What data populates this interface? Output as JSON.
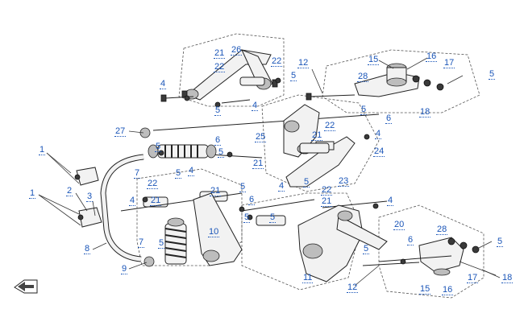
{
  "diagram": {
    "callouts": [
      {
        "id": "c26",
        "text": "26"
      },
      {
        "id": "c21a",
        "text": "21"
      },
      {
        "id": "c22a",
        "text": "22"
      },
      {
        "id": "c22b",
        "text": "22"
      },
      {
        "id": "c12a",
        "text": "12"
      },
      {
        "id": "c16a",
        "text": "16"
      },
      {
        "id": "c15a",
        "text": "15"
      },
      {
        "id": "c17a",
        "text": "17"
      },
      {
        "id": "c4a",
        "text": "4"
      },
      {
        "id": "c5a",
        "text": "5"
      },
      {
        "id": "c4b",
        "text": "4"
      },
      {
        "id": "c5b",
        "text": "5"
      },
      {
        "id": "c28a",
        "text": "28"
      },
      {
        "id": "c5c",
        "text": "5"
      },
      {
        "id": "c5d",
        "text": "5"
      },
      {
        "id": "c18a",
        "text": "18"
      },
      {
        "id": "c6a",
        "text": "6"
      },
      {
        "id": "c22c",
        "text": "22"
      },
      {
        "id": "c21b",
        "text": "21"
      },
      {
        "id": "c4c",
        "text": "4"
      },
      {
        "id": "c27",
        "text": "27"
      },
      {
        "id": "c25",
        "text": "25"
      },
      {
        "id": "c6b",
        "text": "6"
      },
      {
        "id": "c5e",
        "text": "5"
      },
      {
        "id": "c1a",
        "text": "1"
      },
      {
        "id": "c5f",
        "text": "5"
      },
      {
        "id": "c24",
        "text": "24"
      },
      {
        "id": "c21c",
        "text": "21"
      },
      {
        "id": "c7a",
        "text": "7"
      },
      {
        "id": "c5g",
        "text": "5"
      },
      {
        "id": "c4d",
        "text": "4"
      },
      {
        "id": "c5h",
        "text": "5"
      },
      {
        "id": "c23",
        "text": "23"
      },
      {
        "id": "c22d",
        "text": "22"
      },
      {
        "id": "c4e",
        "text": "4"
      },
      {
        "id": "c5i",
        "text": "5"
      },
      {
        "id": "c22e",
        "text": "22"
      },
      {
        "id": "c1b",
        "text": "1"
      },
      {
        "id": "c2",
        "text": "2"
      },
      {
        "id": "c3",
        "text": "3"
      },
      {
        "id": "c4f",
        "text": "4"
      },
      {
        "id": "c21d",
        "text": "21"
      },
      {
        "id": "c21e",
        "text": "21"
      },
      {
        "id": "c6c",
        "text": "6"
      },
      {
        "id": "c21f",
        "text": "21"
      },
      {
        "id": "c4g",
        "text": "4"
      },
      {
        "id": "c5j",
        "text": "5"
      },
      {
        "id": "c5k",
        "text": "5"
      },
      {
        "id": "c20",
        "text": "20"
      },
      {
        "id": "c10",
        "text": "10"
      },
      {
        "id": "c7b",
        "text": "7"
      },
      {
        "id": "c5l",
        "text": "5"
      },
      {
        "id": "c8",
        "text": "8"
      },
      {
        "id": "c6d",
        "text": "6"
      },
      {
        "id": "c28b",
        "text": "28"
      },
      {
        "id": "c5m",
        "text": "5"
      },
      {
        "id": "c5n",
        "text": "5"
      },
      {
        "id": "c9",
        "text": "9"
      },
      {
        "id": "c17b",
        "text": "17"
      },
      {
        "id": "c11",
        "text": "11"
      },
      {
        "id": "c18b",
        "text": "18"
      },
      {
        "id": "c15b",
        "text": "15"
      },
      {
        "id": "c16b",
        "text": "16"
      },
      {
        "id": "c12b",
        "text": "12"
      }
    ]
  }
}
